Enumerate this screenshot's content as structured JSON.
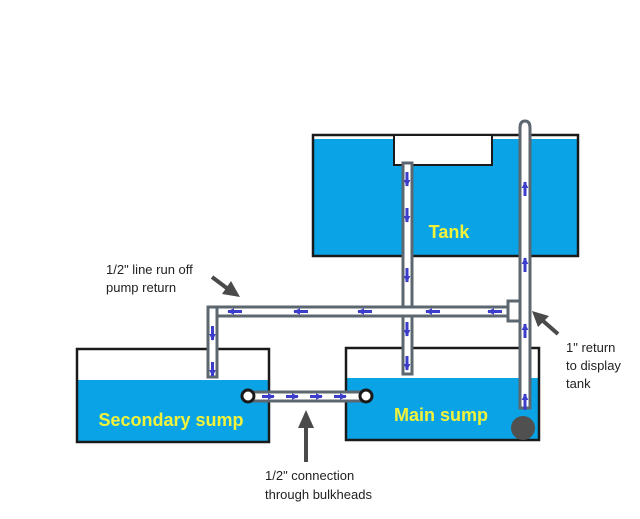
{
  "labels": {
    "tank": "Tank",
    "secondary_sump": "Secondary sump",
    "main_sump": "Main sump",
    "half_line_1": "1/2\" line run off",
    "half_line_2": "pump return",
    "one_inch_1": "1\" return",
    "one_inch_2": "to display",
    "one_inch_3": "tank",
    "connection_1": "1/2\" connection",
    "connection_2": "through bulkheads"
  },
  "colors": {
    "water": "#0aa4e6",
    "outline": "#1a1a1a",
    "pipe_fill": "#ffffff",
    "pipe_stroke": "#5c6770",
    "flow_arrow": "#3d3dcc",
    "tank_label": "#f2f23a",
    "pointer_arrow": "#4a4a4a",
    "pump": "#505050"
  },
  "icons": {
    "flow": "flow-arrow-icon",
    "pointer": "pointer-arrow-icon",
    "pump": "pump-icon",
    "overflow_box": "overflow-box"
  }
}
